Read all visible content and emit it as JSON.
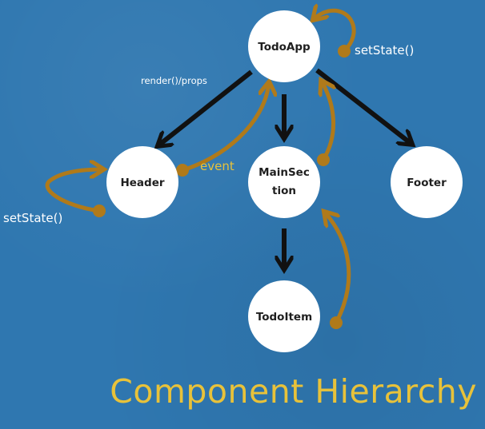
{
  "title": "Component Hierarchy",
  "nodes": {
    "todoapp": "TodoApp",
    "header": "Header",
    "mainsection_line1": "MainSec",
    "mainsection_line2": "tion",
    "footer": "Footer",
    "todoitem": "TodoItem"
  },
  "labels": {
    "render_props": "render()/props",
    "setstate_top": "setState()",
    "setstate_left": "setState()",
    "event": "event"
  },
  "colors": {
    "background": "#2f77b0",
    "node_fill": "#ffffff",
    "arrow_black": "#111111",
    "arrow_gold": "#b07a1a",
    "title_yellow": "#e8c23a"
  }
}
